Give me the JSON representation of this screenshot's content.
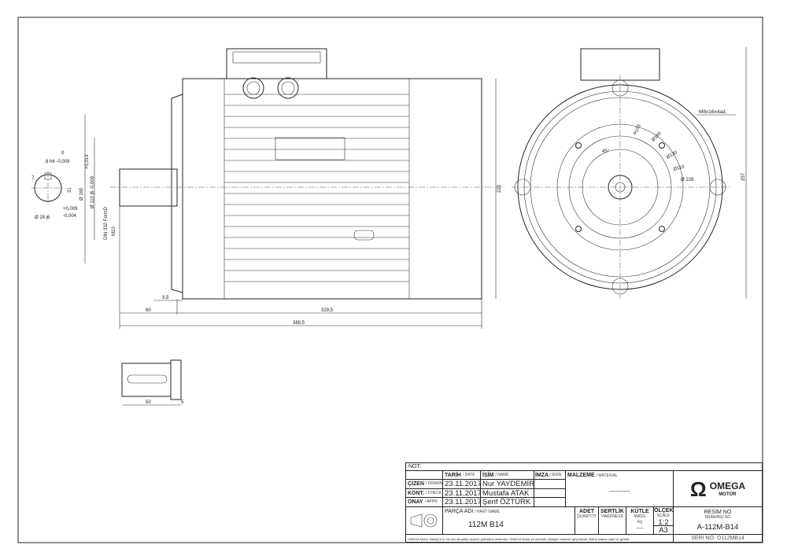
{
  "drawing": {
    "shaft_key": {
      "tol_top": "0",
      "key_width": "8 h6 -0,009",
      "key_height": "7",
      "shaft_height": "31",
      "diameter": "Ø 28 j6",
      "tol_plus": "+0,009",
      "tol_minus": "-0,004"
    },
    "flange_dims": {
      "d160": "Ø 160",
      "tol_plus": "+0,013",
      "d110": "Ø 110 j6 -0,009",
      "din": "DIN 332 FormD",
      "thread": "M10"
    },
    "lengths": {
      "l3_5": "3,5",
      "l60": "60",
      "l329": "329,5",
      "l389": "389,5",
      "h223": "223",
      "h257": "257",
      "l50": "50",
      "l5": "5"
    },
    "front_view": {
      "r153": "R153",
      "d160": "Ø160",
      "d130": "Ø130",
      "d110": "Ø110",
      "d228": "Ø 228",
      "angle": "45°",
      "bolt": "M8x16x4ad."
    }
  },
  "title_block": {
    "note": "NOT:",
    "date_h": "TARİH",
    "date_s": "/ DATE",
    "name_h": "İSİM",
    "name_s": "/ NAME",
    "sign_h": "İMZA",
    "sign_s": "/ SIGN.",
    "material_h": "MALZEME",
    "material_s": "/ MATERIAL",
    "material_v": "----------",
    "rows": [
      {
        "role": "ÇİZEN",
        "role_s": "/ DRAWN",
        "date": "23.11.2017",
        "name": "Nur YAYDEMİR"
      },
      {
        "role": "KONT.",
        "role_s": "/ CHECK",
        "date": "23.11.2017",
        "name": "Mustafa ATAK"
      },
      {
        "role": "ONAY",
        "role_s": "/ APPR.",
        "date": "23.11.2017",
        "name": "Şerif ÖZTÜRK"
      }
    ],
    "part_h": "PARÇA ADI",
    "part_s": "/ PART NAME",
    "part_v": "112M B14",
    "qty_h": "ADET",
    "qty_s": "QUANTITY",
    "hard_h": "SERTLİK",
    "hard_s": "HARDNESS",
    "mass_h": "KÜTLE",
    "mass_s": "MASS",
    "mass_u": "Kg",
    "mass_v": "----",
    "scale_h": "ÖLÇEK",
    "scale_s": "SCALE",
    "scale_v": "1:2",
    "paper": "A3",
    "drawno_h": "RESİM NO",
    "drawno_s": "DRAWING NO",
    "drawno_v": "A-112M-B14",
    "serial": "SERİ NO: O112MB14",
    "logo_main": "OMEGA",
    "logo_sub": "MOTOR",
    "footer": "OMEGA Motor Sanayi A.Ş.'nin izni olmadan üçüncü şahıslara verilemez. OMEGA imzalı ve mühürlü olmayan resimler geçersizdir. Bütün hakları saklı ve gizlidir."
  }
}
